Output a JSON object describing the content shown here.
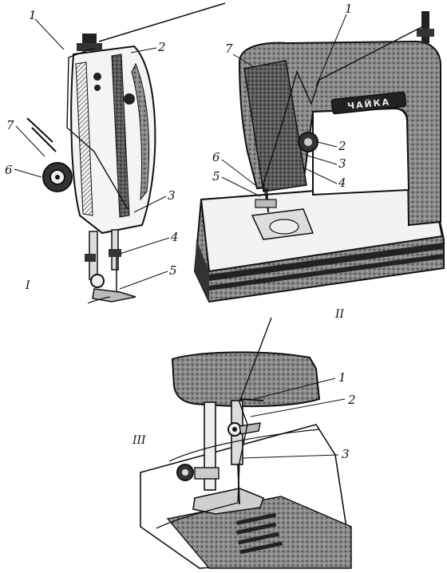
{
  "figures": [
    {
      "roman": "I",
      "callouts": [
        "1",
        "2",
        "3",
        "4",
        "5",
        "6",
        "7"
      ]
    },
    {
      "roman": "II",
      "callouts": [
        "1",
        "2",
        "3",
        "4",
        "5",
        "6",
        "7"
      ],
      "brand_plate": "ЧАЙКА"
    },
    {
      "roman": "III",
      "callouts": [
        "1",
        "2",
        "3"
      ]
    }
  ],
  "colors": {
    "ink": "#111111",
    "shade": "#6e6e6e",
    "paper": "#ffffff",
    "light_gray": "#bdbdbd"
  }
}
